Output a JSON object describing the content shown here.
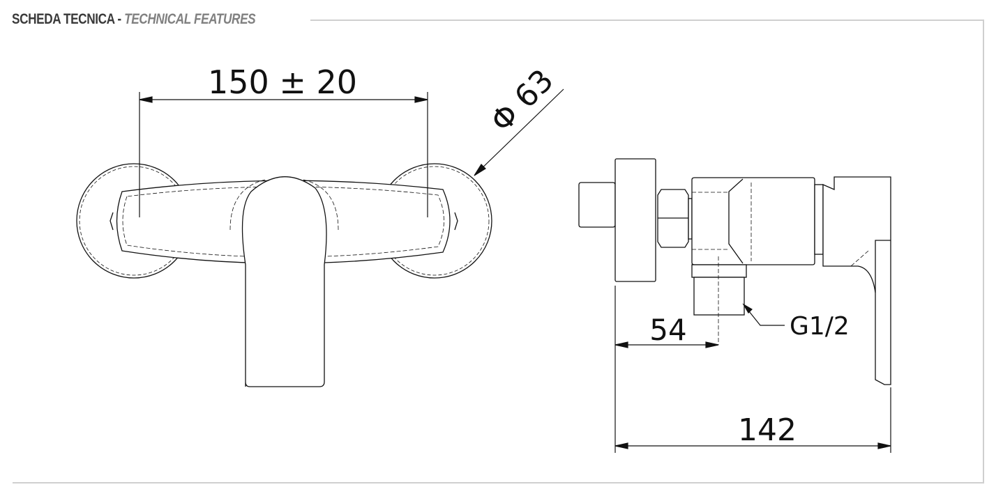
{
  "header": {
    "title_it": "SCHEDA TECNICA",
    "separator": "-",
    "title_en": "TECHNICAL FEATURES"
  },
  "dimensions": {
    "front_width": "150 ± 20",
    "flange_diameter": "Φ 63",
    "outlet_offset": "54",
    "outlet_thread": "G1/2",
    "total_depth": "142"
  },
  "colors": {
    "frame": "#cfcfcf",
    "line": "#111111",
    "title_dark": "#3a3a3a",
    "title_light": "#808080"
  }
}
